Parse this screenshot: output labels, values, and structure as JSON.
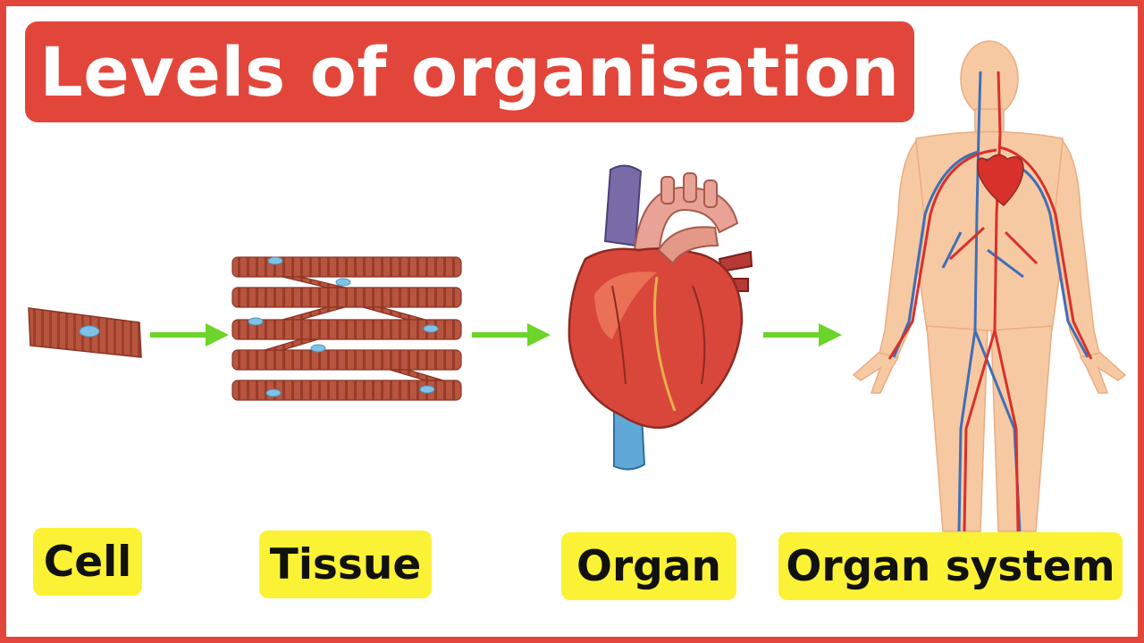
{
  "title": "Levels of organisation",
  "levels": [
    {
      "label": "Cell",
      "icon": "muscle-cell-icon"
    },
    {
      "label": "Tissue",
      "icon": "muscle-tissue-icon"
    },
    {
      "label": "Organ",
      "icon": "heart-icon"
    },
    {
      "label": "Organ system",
      "icon": "circulatory-system-icon"
    }
  ],
  "colors": {
    "frame": "#e2463a",
    "title_bg": "#e2463a",
    "title_text": "#ffffff",
    "label_bg": "#fbf235",
    "arrow": "#6cd42a",
    "muscle": "#b8553e",
    "nucleus": "#7ec3e6",
    "artery": "#d8312b",
    "vein": "#3f6fb8",
    "skin": "#f7c9a2"
  }
}
